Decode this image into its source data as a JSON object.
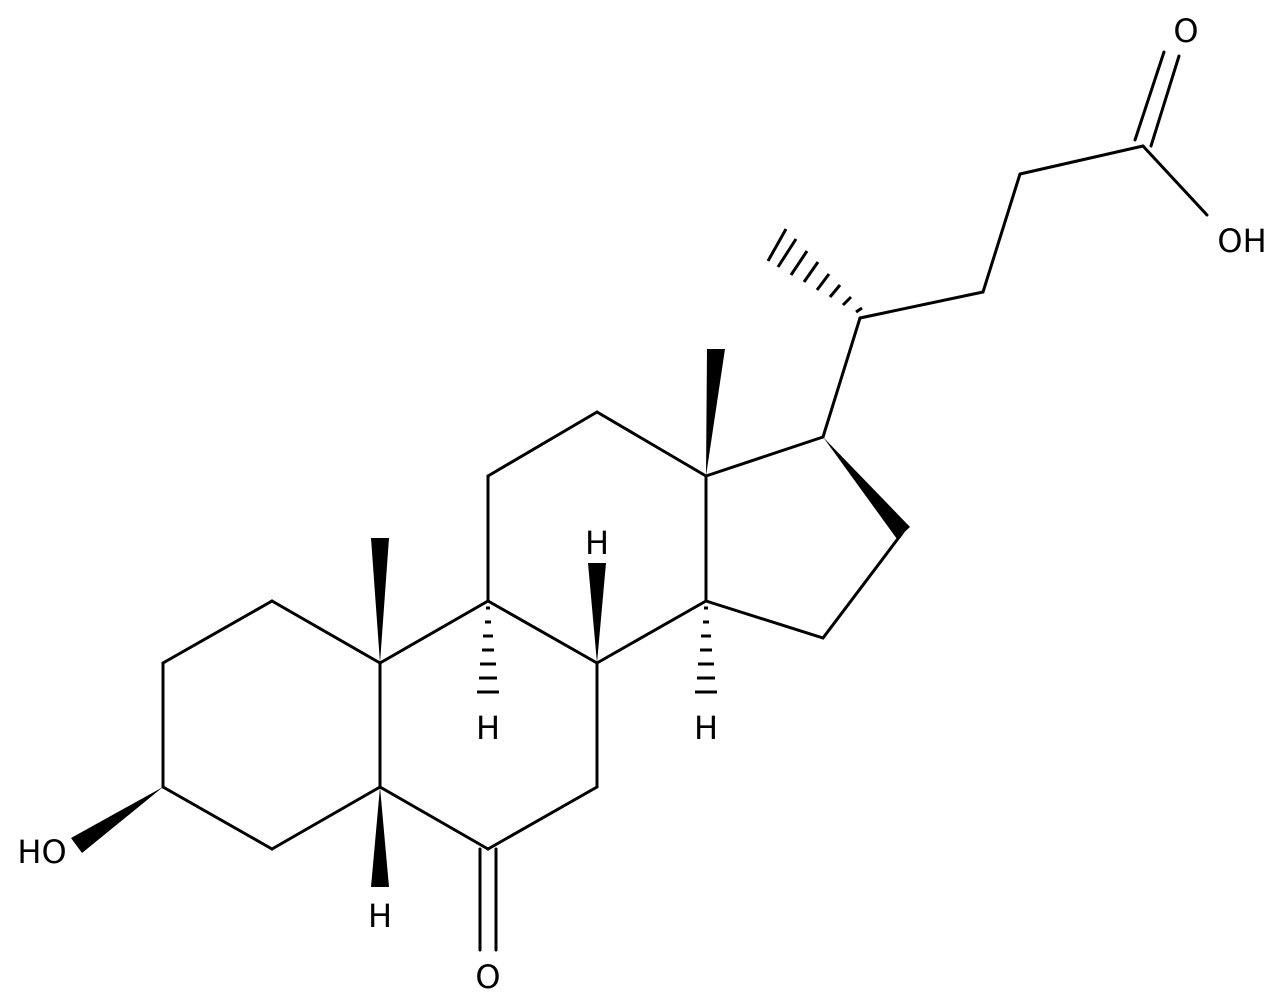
{
  "labels": {
    "ketone_oxygen_top": "O",
    "acid_hydroxyl": "OH",
    "hydroxyl_left": "HO",
    "ketone_oxygen_bottom": "O",
    "hydrogen_c5": "H",
    "hydrogen_c8": "H",
    "hydrogen_c9": "H",
    "hydrogen_c14": "H"
  },
  "colors": {
    "stroke": "#000000",
    "background": "#ffffff"
  }
}
